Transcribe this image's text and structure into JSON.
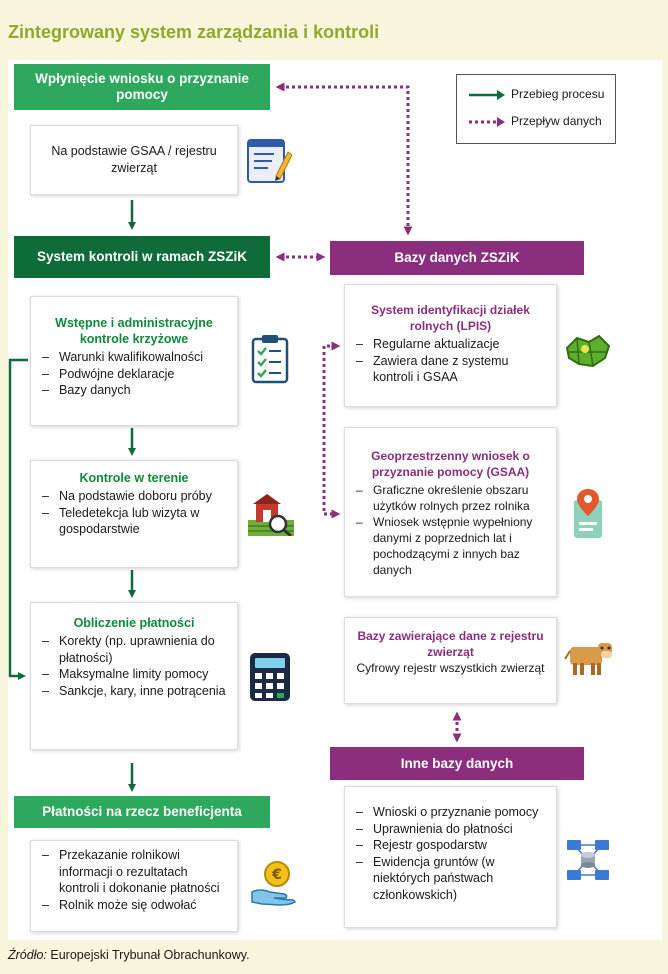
{
  "title": "Zintegrowany system zarządzania i kontroli",
  "legend": {
    "process": "Przebieg procesu",
    "data_flow": "Przepływ danych"
  },
  "left": {
    "application": {
      "header": "Wpłynięcie wniosku o przyznanie pomocy",
      "card_text": "Na podstawie GSAA / rejestru zwierząt"
    },
    "control_system": {
      "header": "System kontroli w ramach ZSZiK",
      "preliminary": {
        "title": "Wstępne i administracyjne kontrole krzyżowe",
        "items": [
          "Warunki kwalifikowalności",
          "Podwójne deklaracje",
          "Bazy danych"
        ]
      },
      "field": {
        "title": "Kontrole w terenie",
        "items": [
          "Na podstawie doboru próby",
          "Teledetekcja lub wizyta w gospodarstwie"
        ]
      },
      "calculation": {
        "title": "Obliczenie płatności",
        "items": [
          "Korekty (np. uprawnienia do płatności)",
          "Maksymalne limity pomocy",
          "Sankcje, kary, inne potrącenia"
        ]
      }
    },
    "payments": {
      "header": "Płatności na rzecz beneficjenta",
      "items": [
        "Przekazanie rolnikowi informacji o rezultatach kontroli i dokonanie płatności",
        "Rolnik może się odwołać"
      ]
    }
  },
  "right": {
    "databases": {
      "header": "Bazy danych ZSZiK",
      "lpis": {
        "title": "System identyfikacji działek rolnych (LPIS)",
        "items": [
          "Regularne aktualizacje",
          "Zawiera dane z systemu kontroli i GSAA"
        ]
      },
      "gsaa": {
        "title": "Geoprzestrzenny wniosek o przyznanie pomocy (GSAA)",
        "items": [
          "Graficzne określenie obszaru użytków rolnych przez rolnika",
          "Wniosek wstępnie wypełniony danymi z poprzednich lat i pochodzącymi z innych baz danych"
        ]
      },
      "animals": {
        "title": "Bazy zawierające dane z rejestru zwierząt",
        "text": "Cyfrowy rejestr wszystkich zwierząt"
      }
    },
    "other": {
      "header": "Inne bazy danych",
      "items": [
        "Wnioski o przyznanie pomocy",
        "Uprawnienia do płatności",
        "Rejestr gospodarstw",
        "Ewidencja gruntów (w niektórych państwach członkowskich)"
      ]
    }
  },
  "source": {
    "label": "Źródło:",
    "text": "Europejski Trybunał Obrachunkowy."
  },
  "colors": {
    "green_header": "#2ea85c",
    "dark_green_header": "#0f6b3a",
    "purple_header": "#8c2e7e",
    "title": "#8fa92a",
    "arrow_green": "#0f6b3a",
    "arrow_purple": "#8c2e7e"
  }
}
